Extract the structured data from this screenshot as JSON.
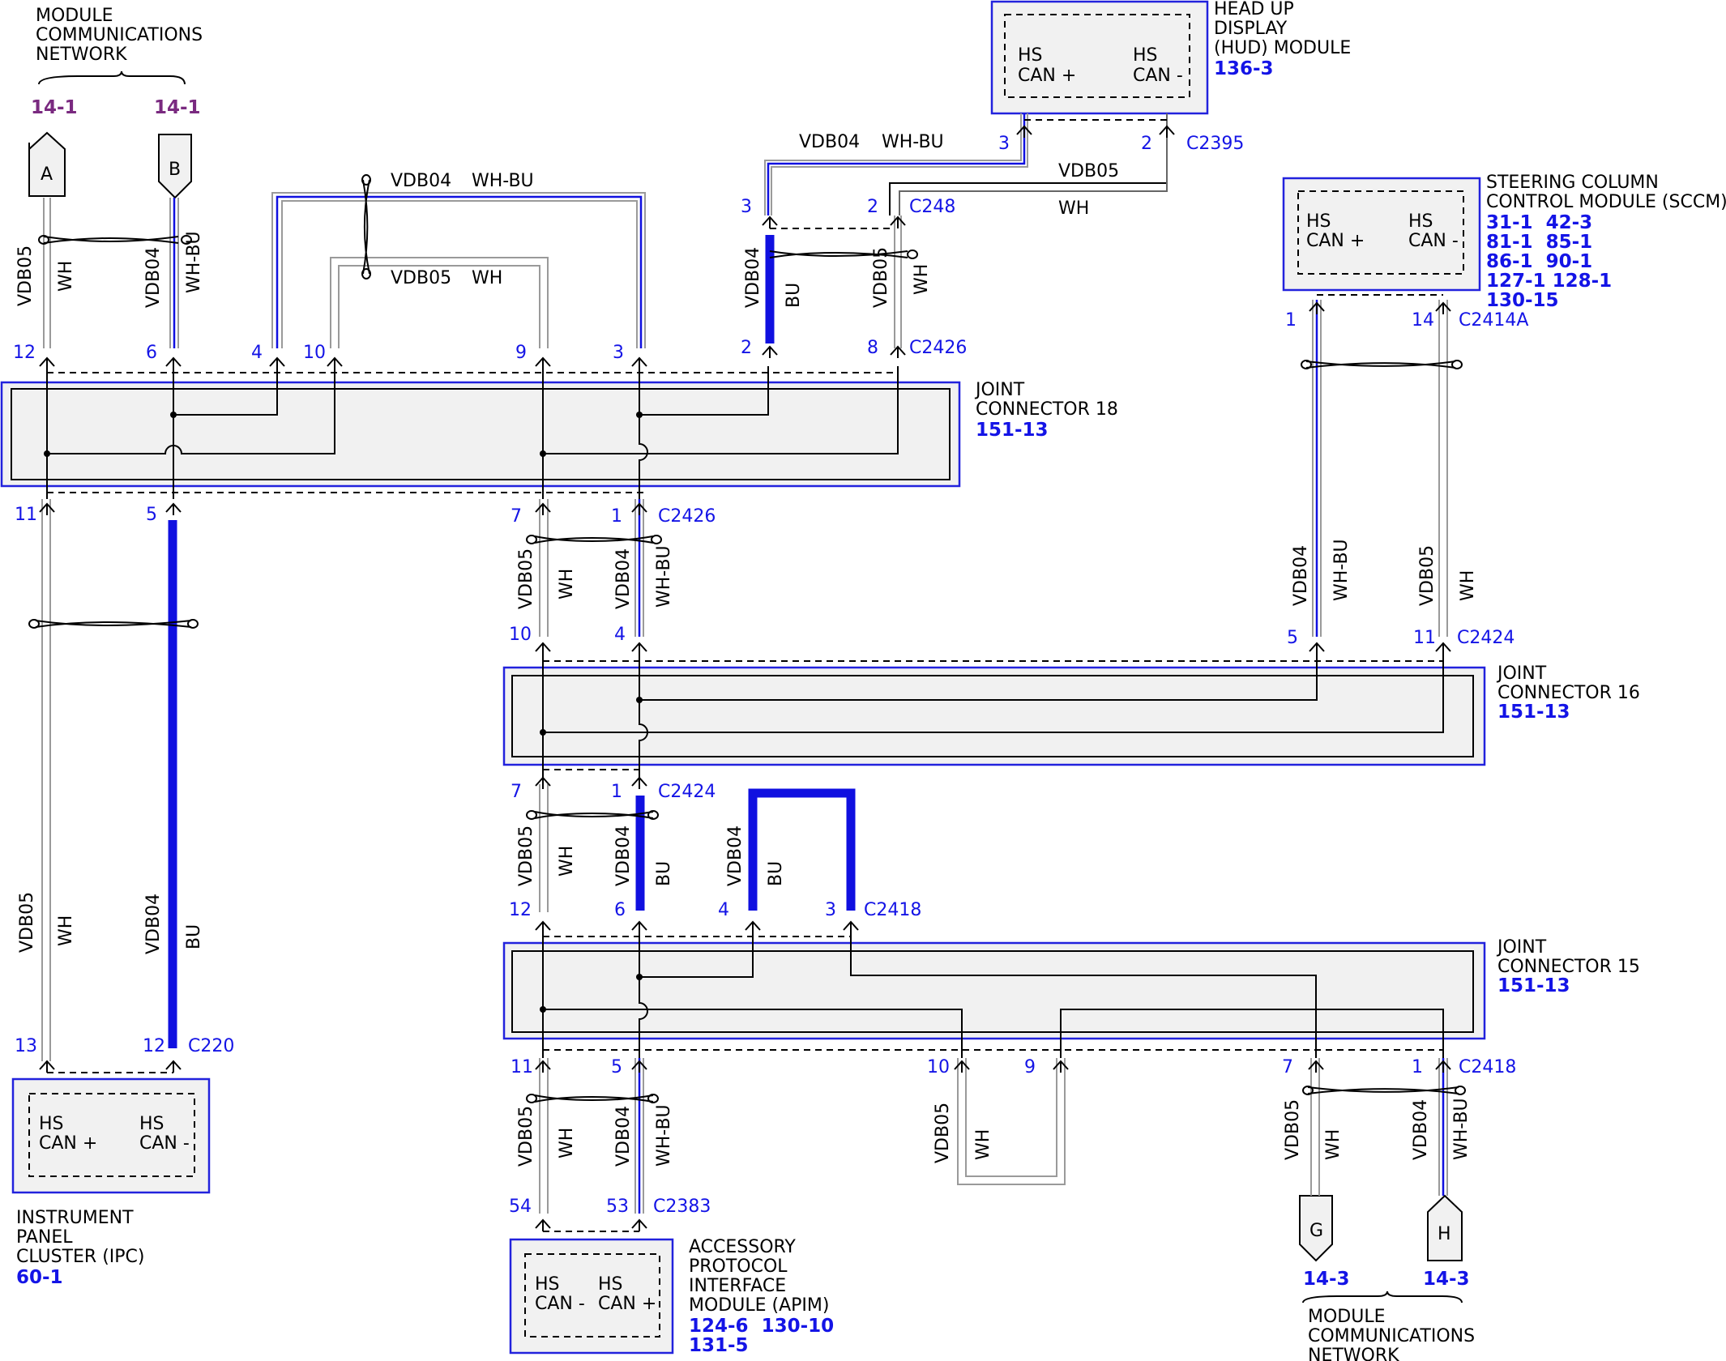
{
  "modules": {
    "hud": {
      "title": [
        "HEAD UP",
        "DISPLAY",
        "(HUD) MODULE"
      ],
      "ref": "136-3",
      "pin_left": [
        "HS",
        "CAN +"
      ],
      "pin_right": [
        "HS",
        "CAN -"
      ]
    },
    "sccm": {
      "title": [
        "STEERING COLUMN",
        "CONTROL MODULE (SCCM)"
      ],
      "refs": [
        "31-1  42-3",
        "81-1  85-1",
        "86-1  90-1",
        "127-1 128-1",
        "130-15"
      ],
      "pin_left": [
        "HS",
        "CAN +"
      ],
      "pin_right": [
        "HS",
        "CAN -"
      ]
    },
    "ipc": {
      "title": [
        "INSTRUMENT",
        "PANEL",
        "CLUSTER (IPC)"
      ],
      "ref": "60-1",
      "pin_left": [
        "HS",
        "CAN +"
      ],
      "pin_right": [
        "HS",
        "CAN -"
      ]
    },
    "apim": {
      "title": [
        "ACCESSORY",
        "PROTOCOL",
        "INTERFACE",
        "MODULE (APIM)"
      ],
      "refs": [
        "124-6  130-10",
        "131-5"
      ],
      "pin_left": [
        "HS",
        "CAN -"
      ],
      "pin_right": [
        "HS",
        "CAN +"
      ]
    }
  },
  "joint_connectors": {
    "jc18": {
      "title": [
        "JOINT",
        "CONNECTOR 18"
      ],
      "ref": "151-13"
    },
    "jc16": {
      "title": [
        "JOINT",
        "CONNECTOR 16"
      ],
      "ref": "151-13"
    },
    "jc15": {
      "title": [
        "JOINT",
        "CONNECTOR 15"
      ],
      "ref": "151-13"
    }
  },
  "network": {
    "top": {
      "title": [
        "MODULE",
        "COMMUNICATIONS",
        "NETWORK"
      ],
      "ref_a": "14-1",
      "ref_b": "14-1",
      "conn_a": "A",
      "conn_b": "B"
    },
    "bottom": {
      "title": [
        "MODULE",
        "COMMUNICATIONS",
        "NETWORK"
      ],
      "ref_g": "14-3",
      "ref_h": "14-3",
      "conn_g": "G",
      "conn_h": "H"
    }
  },
  "connectors": [
    "C2395",
    "C248",
    "C2426",
    "C2414A",
    "C2424",
    "C2424",
    "C2418",
    "C220",
    "C2418",
    "C2383",
    "C2426"
  ],
  "labels": {
    "circuits": [
      "VDB04",
      "VDB05"
    ],
    "colors": [
      "WH-BU",
      "WH",
      "BU"
    ],
    "pins": {
      "c2395": [
        "3",
        "2"
      ],
      "c248": [
        "3",
        "2"
      ],
      "jc18_top": [
        "12",
        "6",
        "4",
        "10",
        "9",
        "3",
        "2",
        "8"
      ],
      "jc18_bottom": [
        "11",
        "5",
        "7",
        "1"
      ],
      "jc16_top": [
        "10",
        "4",
        "5",
        "11"
      ],
      "jc16_bottom": [
        "7",
        "1"
      ],
      "sccm": [
        "1",
        "14"
      ],
      "jc15_top": [
        "12",
        "6",
        "4",
        "3"
      ],
      "jc15_bottom": [
        "11",
        "5",
        "10",
        "9",
        "7",
        "1"
      ],
      "ipc": [
        "13",
        "12"
      ],
      "apim": [
        "54",
        "53"
      ]
    }
  },
  "colors": {
    "blue_wire": "#1010e0",
    "white_wire": "#9a9a9a",
    "module_border": "#2222dd",
    "ref_text": "#1414e6",
    "network_ref": "#7a2a80"
  }
}
